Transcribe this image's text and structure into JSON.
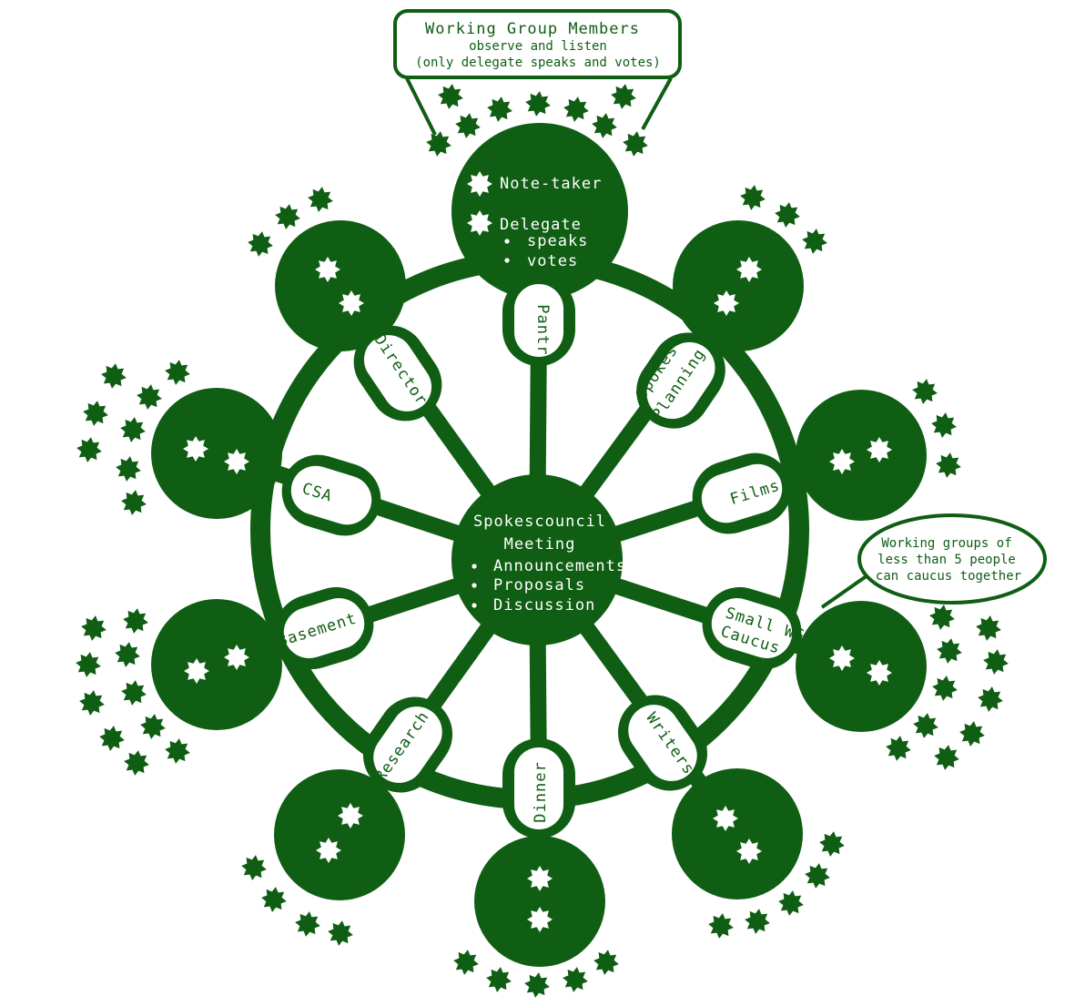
{
  "colors": {
    "primary": "#0f5e13",
    "star_light": "#ffffff",
    "background": "#ffffff"
  },
  "top_note": {
    "title": "Working Group Members",
    "line1": "observe and listen",
    "line2": "(only delegate speaks and votes)"
  },
  "center": {
    "title_line1": "Spokescouncil",
    "title_line2": "Meeting",
    "items": [
      "Announcements",
      "Proposals",
      "Discussion"
    ]
  },
  "top_spoke": {
    "role1": "Note-taker",
    "role2": "Delegate",
    "sub_items": [
      "speaks",
      "votes"
    ]
  },
  "spokes": [
    {
      "label": "Pantry"
    },
    {
      "label_line1": "Spokes",
      "label_line2": "Planning"
    },
    {
      "label": "Films"
    },
    {
      "label_line1": "Small WG",
      "label_line2": "Caucus"
    },
    {
      "label": "Writers"
    },
    {
      "label": "Dinner"
    },
    {
      "label": "Research"
    },
    {
      "label": "Basement"
    },
    {
      "label": "CSA"
    },
    {
      "label": "Directors"
    }
  ],
  "side_note": {
    "line1": "Working groups of",
    "line2": "less than 5 people",
    "line3": "can caucus together"
  },
  "icons": [
    "star-icon",
    "bullet-icon"
  ]
}
